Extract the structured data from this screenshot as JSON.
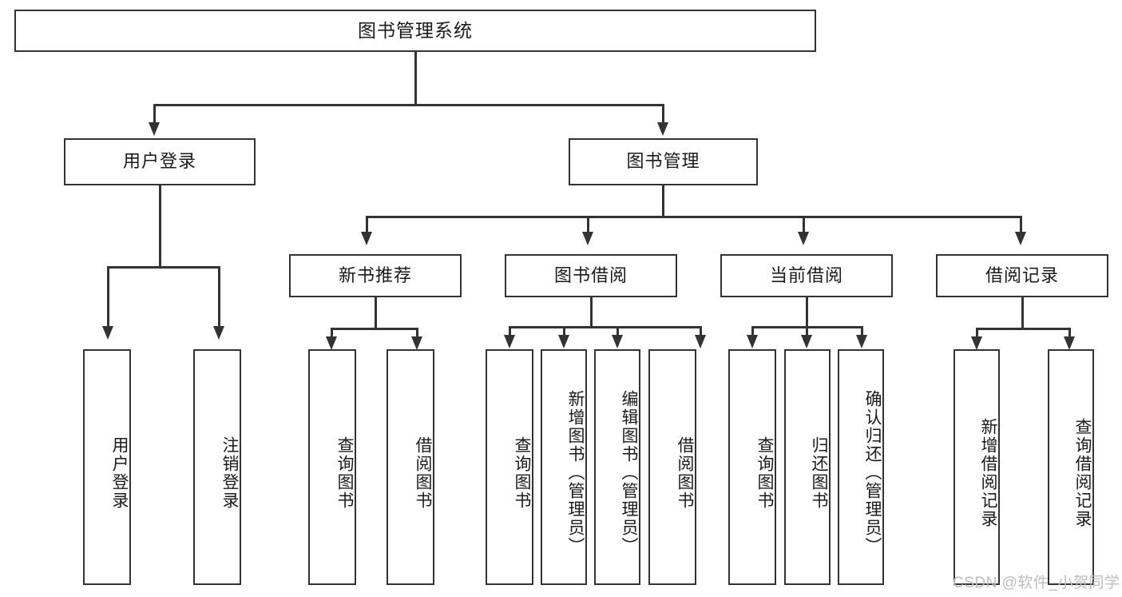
{
  "diagram": {
    "title": "图书管理系统",
    "type": "tree-hierarchy",
    "root": {
      "label": "图书管理系统"
    },
    "level1": [
      {
        "label": "用户登录"
      },
      {
        "label": "图书管理"
      }
    ],
    "level2": [
      {
        "label": "新书推荐"
      },
      {
        "label": "图书借阅"
      },
      {
        "label": "当前借阅"
      },
      {
        "label": "借阅记录"
      }
    ],
    "leaves": {
      "user_login": [
        {
          "label": "用户登录"
        },
        {
          "label": "注销登录"
        }
      ],
      "new_book_recommend": [
        {
          "label": "查询图书"
        },
        {
          "label": "借阅图书"
        }
      ],
      "book_borrow": [
        {
          "label": "查询图书"
        },
        {
          "label": "新增图书（管理员）"
        },
        {
          "label": "编辑图书（管理员）"
        },
        {
          "label": "借阅图书"
        }
      ],
      "current_borrow": [
        {
          "label": "查询图书"
        },
        {
          "label": "归还图书"
        },
        {
          "label": "确认归还（管理员）"
        }
      ],
      "borrow_record": [
        {
          "label": "新增借阅记录"
        },
        {
          "label": "查询借阅记录"
        }
      ]
    }
  },
  "watermark": {
    "text": "CSDN @软件_小贺同学"
  },
  "colors": {
    "border": "#333333",
    "background": "#ffffff",
    "text": "#1a1a1a",
    "watermark": "#bdbdbd"
  }
}
